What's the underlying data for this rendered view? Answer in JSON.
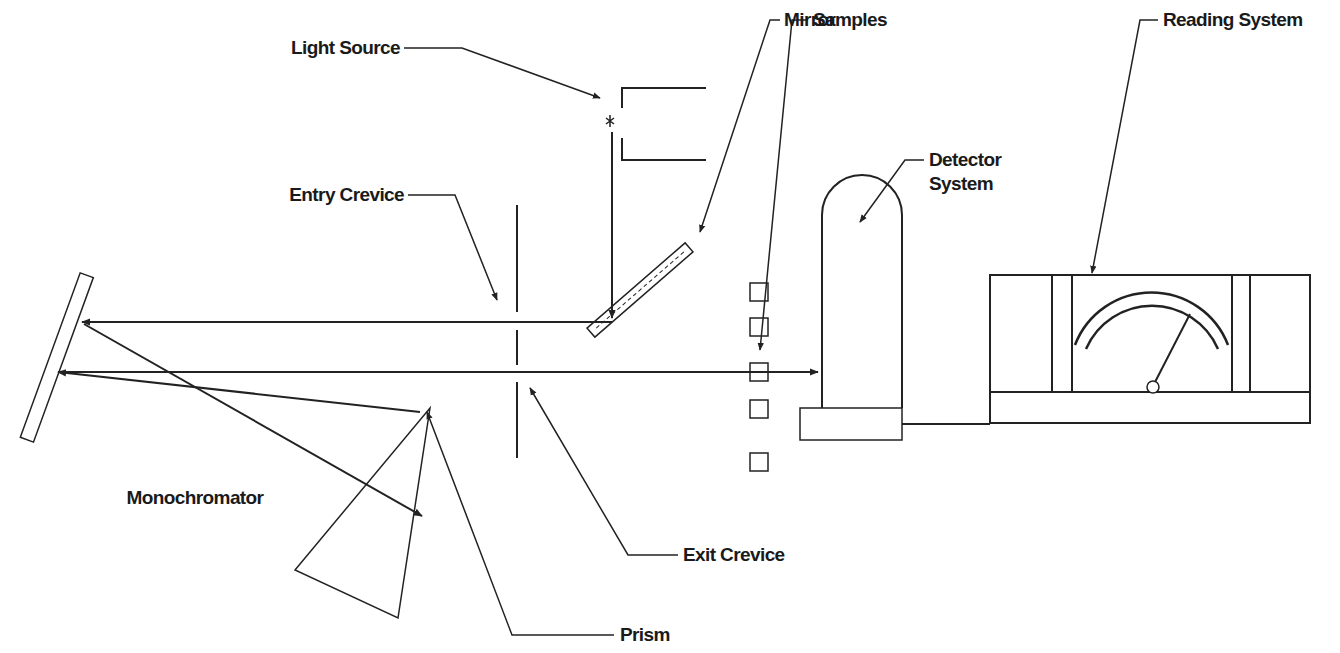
{
  "diagram": {
    "labels": [
      "Light Source",
      "Mirror",
      "Samples",
      "Detector System",
      "Reading System",
      "Entry Crevice",
      "Monochromator",
      "Exit Crevice",
      "Prism"
    ]
  }
}
